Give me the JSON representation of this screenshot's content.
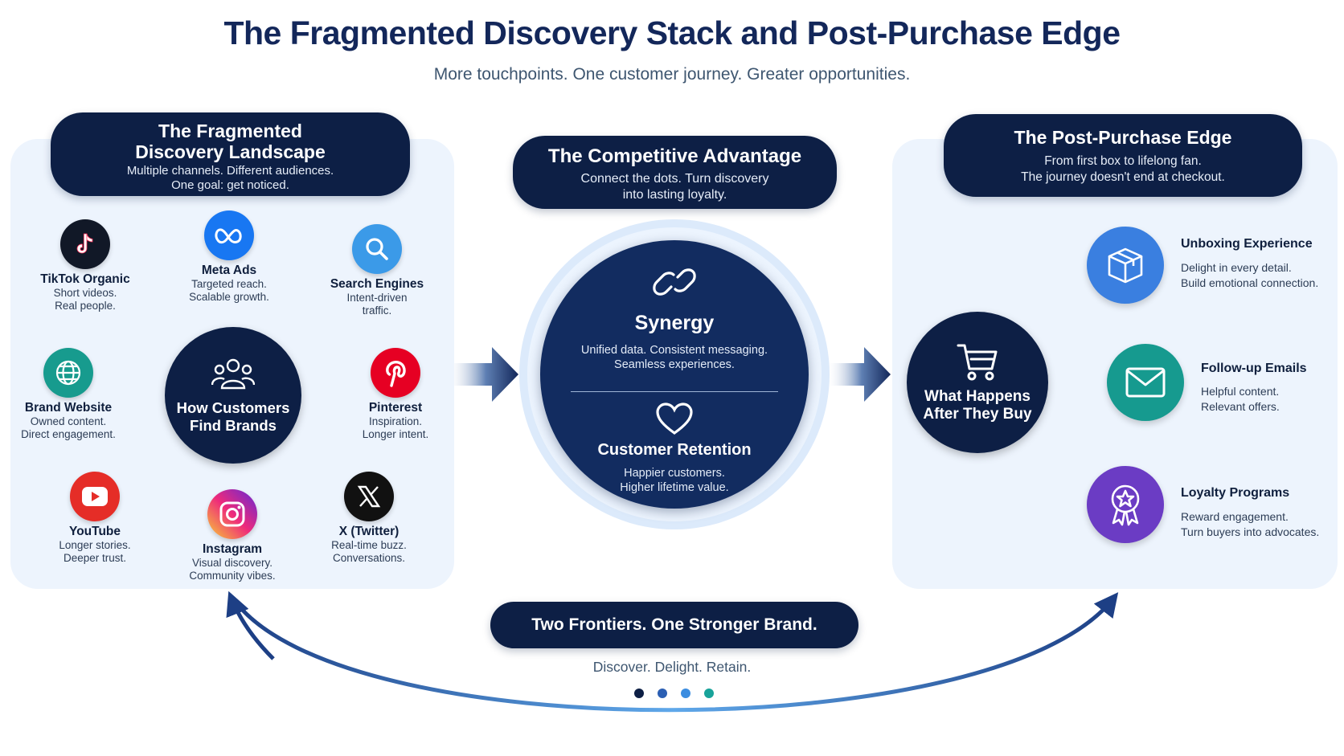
{
  "title": "The Fragmented Discovery Stack and Post-Purchase Edge",
  "subtitle": "More touchpoints. One customer journey. Greater opportunities.",
  "left": {
    "header_title_1": "The Fragmented",
    "header_title_2": "Discovery Landscape",
    "header_sub_1": "Multiple channels. Different audiences.",
    "header_sub_2": "One goal: get noticed.",
    "hub_label_1": "How Customers",
    "hub_label_2": "Find Brands",
    "hub_icon": "people-group-icon",
    "channels": [
      {
        "name": "TikTok Organic",
        "d1": "Short videos.",
        "d2": "Real people.",
        "icon": "tiktok-icon",
        "color": "#111827"
      },
      {
        "name": "Meta Ads",
        "d1": "Targeted reach.",
        "d2": "Scalable growth.",
        "icon": "meta-infinity-icon",
        "color": "#1877f2"
      },
      {
        "name": "Search Engines",
        "d1": "Intent-driven",
        "d2": "traffic.",
        "icon": "magnifier-icon",
        "color": "#3b9ae8"
      },
      {
        "name": "Brand Website",
        "d1": "Owned content.",
        "d2": "Direct engagement.",
        "icon": "globe-icon",
        "color": "#179b8e"
      },
      {
        "name": "Pinterest",
        "d1": "Inspiration.",
        "d2": "Longer intent.",
        "icon": "pinterest-icon",
        "color": "#e60023"
      },
      {
        "name": "YouTube",
        "d1": "Longer stories.",
        "d2": "Deeper trust.",
        "icon": "youtube-icon",
        "color": "#e52d27"
      },
      {
        "name": "Instagram",
        "d1": "Visual discovery.",
        "d2": "Community vibes.",
        "icon": "instagram-icon",
        "color": "#d62976"
      },
      {
        "name": "X (Twitter)",
        "d1": "Real-time buzz.",
        "d2": "Conversations.",
        "icon": "x-logo-icon",
        "color": "#111111"
      }
    ]
  },
  "center": {
    "header_title": "The Competitive Advantage",
    "header_sub_1": "Connect the dots. Turn discovery",
    "header_sub_2": "into lasting loyalty.",
    "synergy_title": "Synergy",
    "synergy_d1": "Unified data. Consistent messaging.",
    "synergy_d2": "Seamless experiences.",
    "retention_title": "Customer Retention",
    "retention_d1": "Happier customers.",
    "retention_d2": "Higher lifetime value."
  },
  "right": {
    "header_title": "The Post-Purchase Edge",
    "header_sub_1": "From first box to lifelong fan.",
    "header_sub_2": "The journey doesn't end at checkout.",
    "hub_label_1": "What Happens",
    "hub_label_2": "After They Buy",
    "hub_icon": "shopping-cart-icon",
    "items": [
      {
        "name": "Unboxing Experience",
        "d1": "Delight in every detail.",
        "d2": "Build emotional connection.",
        "icon": "box-icon",
        "color": "#3a7fe0"
      },
      {
        "name": "Follow-up Emails",
        "d1": "Helpful content.",
        "d2": "Relevant offers.",
        "icon": "envelope-icon",
        "color": "#169a8f"
      },
      {
        "name": "Loyalty Programs",
        "d1": "Reward engagement.",
        "d2": "Turn buyers into advocates.",
        "icon": "award-ribbon-icon",
        "color": "#6b3cc4"
      }
    ]
  },
  "bottom": {
    "banner": "Two Frontiers. One Stronger Brand.",
    "tagline": "Discover. Delight. Retain.",
    "dot_colors": [
      "#0d1f45",
      "#2b5fb3",
      "#3b8de0",
      "#18a39a"
    ]
  }
}
